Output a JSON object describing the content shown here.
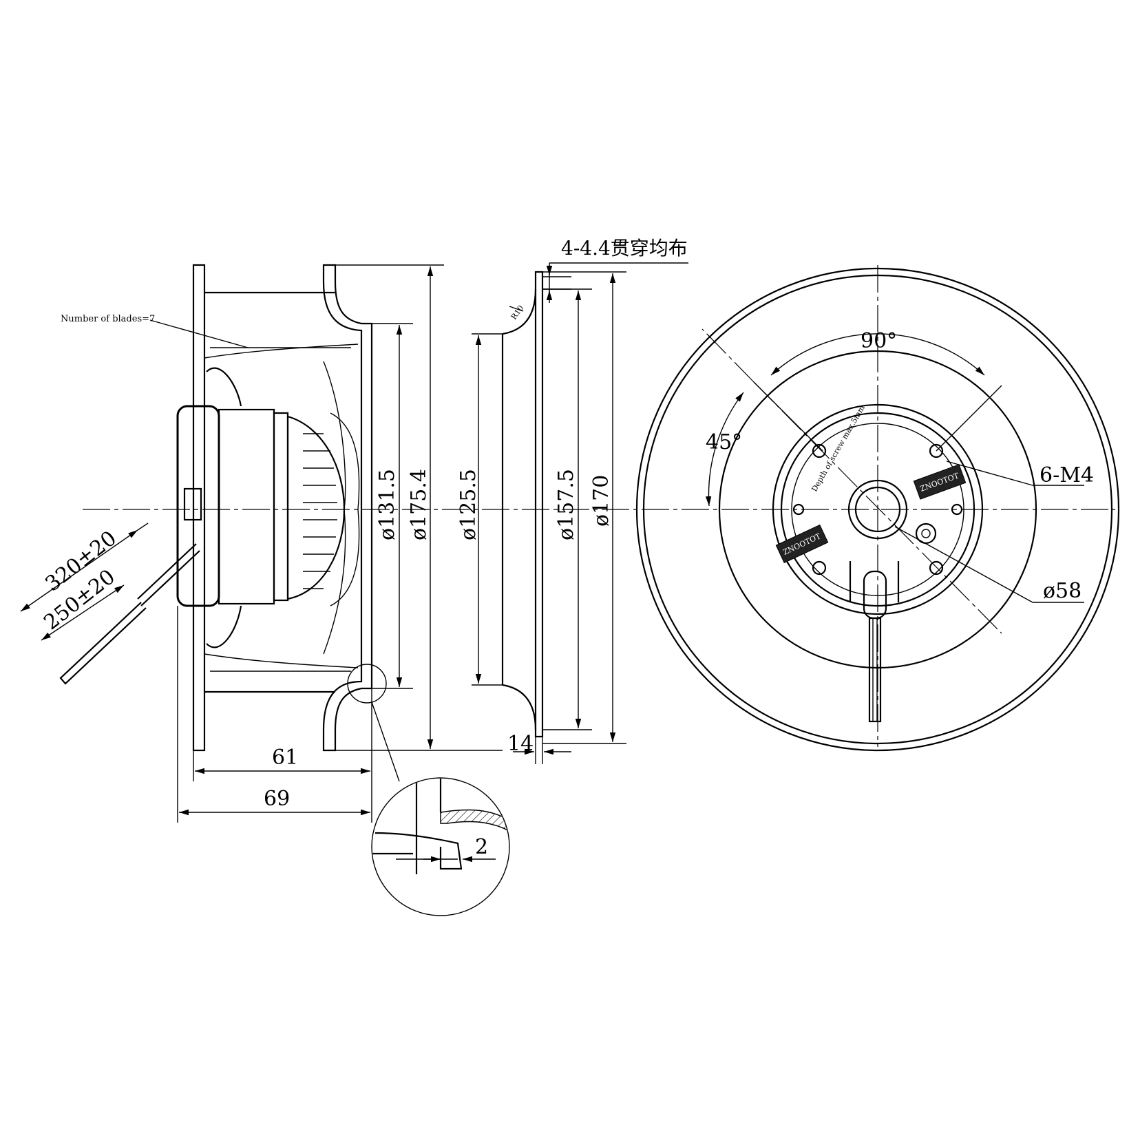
{
  "side_view": {
    "blades_note": "Number of blades=7",
    "dia_inlet": "ø131.5",
    "dia_outer": "ø175.4",
    "cable_320": "320±20",
    "cable_250": "250±20",
    "width_61": "61",
    "width_69": "69"
  },
  "detail_view": {
    "gap_2": "2"
  },
  "section_view": {
    "holes_note": "4-4.4贯穿均布",
    "radius_r10": "R10",
    "dia_inlet": "ø125.5",
    "dia_ring": "ø157.5",
    "dia_total": "ø170",
    "thickness_14": "14"
  },
  "front_view": {
    "angle_90": "90°",
    "angle_45": "45°",
    "thread_note": "6-M4",
    "dia_hub": "ø58",
    "hub_label_depth": "Depth of screw max.5mm",
    "hub_label_l": "ZNOOTOT",
    "hub_label_r": "ZNOOTOT"
  }
}
